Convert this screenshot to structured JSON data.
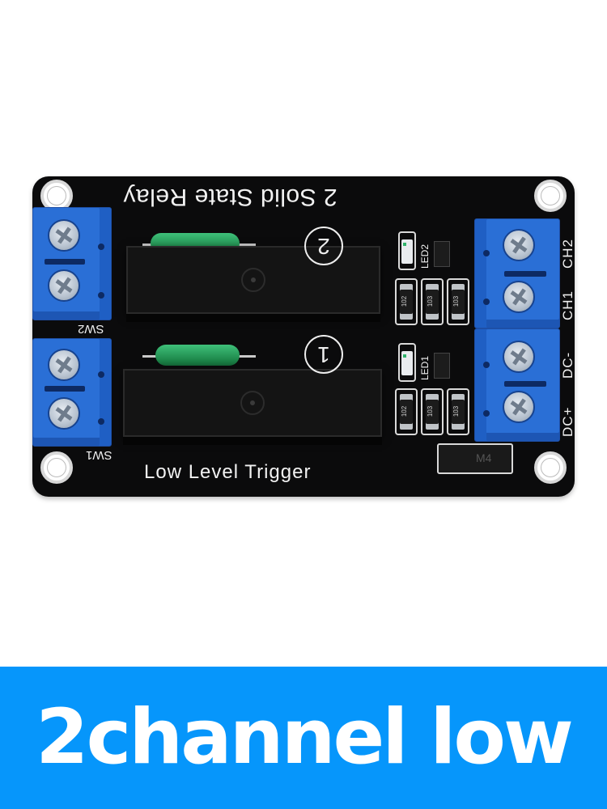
{
  "product_photo": {
    "subject": "2-channel solid state relay module",
    "board": {
      "title_silkscreen": "2 Solid State Relay",
      "trigger_silkscreen": "Low Level Trigger",
      "channel_markers": [
        "2",
        "1"
      ],
      "left_terminals": [
        {
          "label": "SW2"
        },
        {
          "label": "SW1"
        }
      ],
      "right_terminal_labels": [
        "CH2",
        "CH1",
        "DC-",
        "DC+"
      ],
      "led_labels": [
        "LED2",
        "LED1"
      ],
      "resistor_codes": {
        "row_ch2": [
          "102",
          "103",
          "103"
        ],
        "row_ch1": [
          "102",
          "103",
          "103"
        ]
      },
      "diode_code": "M4",
      "colors": {
        "pcb": "#0b0b0c",
        "terminal_blue": "#2a6fd6",
        "silkscreen": "#f2f2f2",
        "resistor_green": "#1f8a4c"
      }
    }
  },
  "banner": {
    "text": "2channel low",
    "background": "#0696fb",
    "text_color": "#ffffff"
  }
}
